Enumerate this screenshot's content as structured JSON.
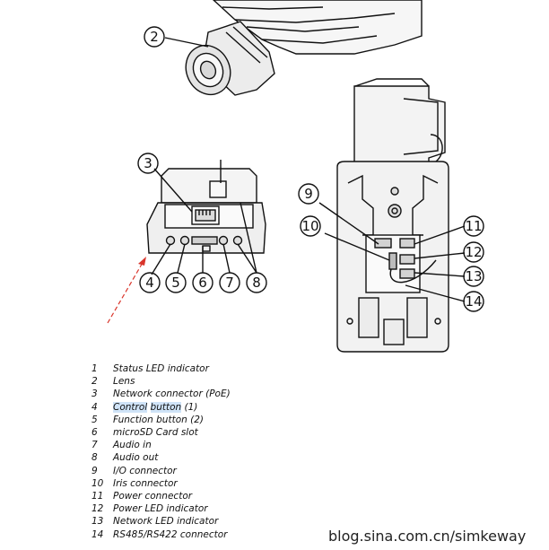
{
  "callouts": [
    "2",
    "3",
    "4",
    "5",
    "6",
    "7",
    "8",
    "9",
    "10",
    "11",
    "12",
    "13",
    "14"
  ],
  "legend": [
    {
      "num": "1",
      "label": "Status LED indicator"
    },
    {
      "num": "2",
      "label": "Lens"
    },
    {
      "num": "3",
      "label": "Network connector (PoE)"
    },
    {
      "num": "4",
      "label_hl": "Control",
      "label_hl2": "button",
      "label_rest": " (1)"
    },
    {
      "num": "5",
      "label": "Function button (2)"
    },
    {
      "num": "6",
      "label": "microSD Card slot"
    },
    {
      "num": "7",
      "label": "Audio in"
    },
    {
      "num": "8",
      "label": "Audio out"
    },
    {
      "num": "9",
      "label": "I/O connector"
    },
    {
      "num": "10",
      "label": "Iris connector"
    },
    {
      "num": "11",
      "label": "Power connector"
    },
    {
      "num": "12",
      "label": "Power LED indicator"
    },
    {
      "num": "13",
      "label": "Network LED indicator"
    },
    {
      "num": "14",
      "label": "RS485/RS422 connector"
    }
  ],
  "colors": {
    "line": "#111111",
    "arrow": "#d9352b",
    "highlight": "#cfe3f7"
  },
  "watermark": "blog.sina.com.cn/simkeway"
}
